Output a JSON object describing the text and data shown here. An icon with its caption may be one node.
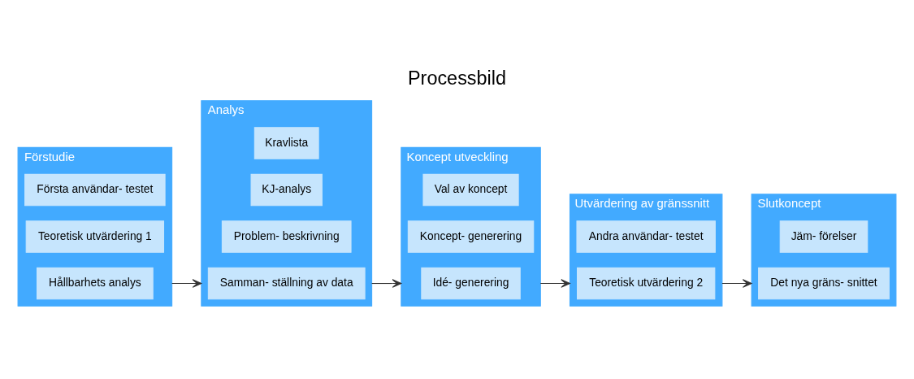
{
  "diagram": {
    "title": "Processbild",
    "nodes": [
      {
        "text": [
          "Förstudie"
        ]
      },
      {
        "text": [
          "Hållbarhets analys"
        ],
        "in": 0
      },
      {
        "text": [
          "Teoretisk utvärdering 1"
        ],
        "in": 0
      },
      {
        "text": [
          "Första användar- testet"
        ],
        "in": 0
      },
      {
        "text": [
          "Analys"
        ]
      },
      {
        "text": [
          "Samman- ställning av data"
        ],
        "in": 4
      },
      {
        "text": [
          "Problem- beskrivning"
        ],
        "in": 4
      },
      {
        "text": [
          "KJ-analys"
        ],
        "in": 4
      },
      {
        "text": [
          "Kravlista"
        ],
        "in": 4
      },
      {
        "text": [
          "Koncept utveckling"
        ]
      },
      {
        "text": [
          "Idé- generering"
        ],
        "in": 9
      },
      {
        "text": [
          "Koncept- generering"
        ],
        "in": 9
      },
      {
        "text": [
          "Val av koncept"
        ],
        "in": 9
      },
      {
        "text": [
          "Utvärdering av gränssnitt"
        ]
      },
      {
        "text": [
          "Teoretisk utvärdering 2"
        ],
        "in": 13
      },
      {
        "text": [
          "Andra användar- testet"
        ],
        "in": 13
      },
      {
        "text": [
          "Slutkoncept"
        ]
      },
      {
        "text": [
          "Det nya gräns- snittet"
        ],
        "in": 16
      },
      {
        "text": [
          "Jäm- förelser"
        ],
        "in": 16
      }
    ],
    "edges": [
      {
        "from": 0,
        "to": 4,
        "arrow": "to"
      },
      {
        "from": 4,
        "to": 9,
        "arrow": "to"
      },
      {
        "from": 9,
        "to": 13,
        "arrow": "to"
      },
      {
        "from": 13,
        "to": 16,
        "arrow": "to"
      }
    ]
  }
}
